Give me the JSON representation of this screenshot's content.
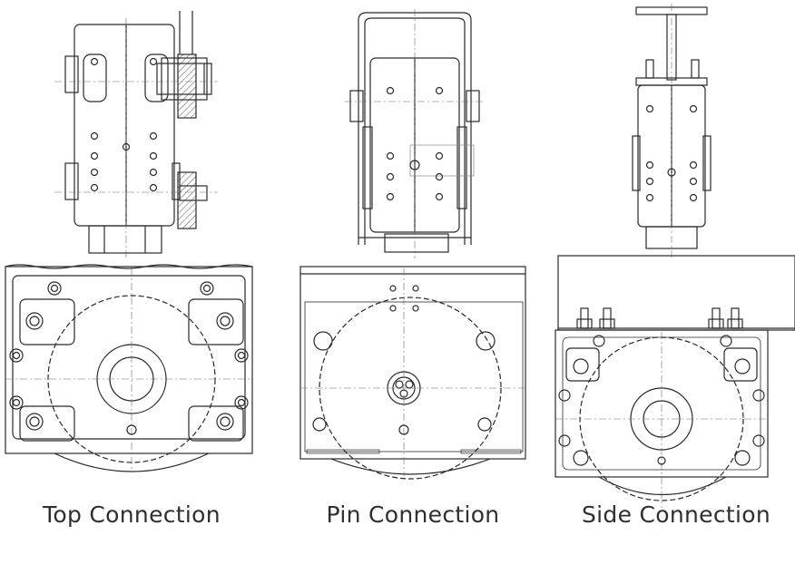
{
  "captions": {
    "top": "Top Connection",
    "pin": "Pin Connection",
    "side": "Side Connection"
  },
  "colors": {
    "line": "#2a2a2a",
    "hatch": "#555555",
    "center": "#6a6a6a",
    "text": "#2f2f2f"
  }
}
